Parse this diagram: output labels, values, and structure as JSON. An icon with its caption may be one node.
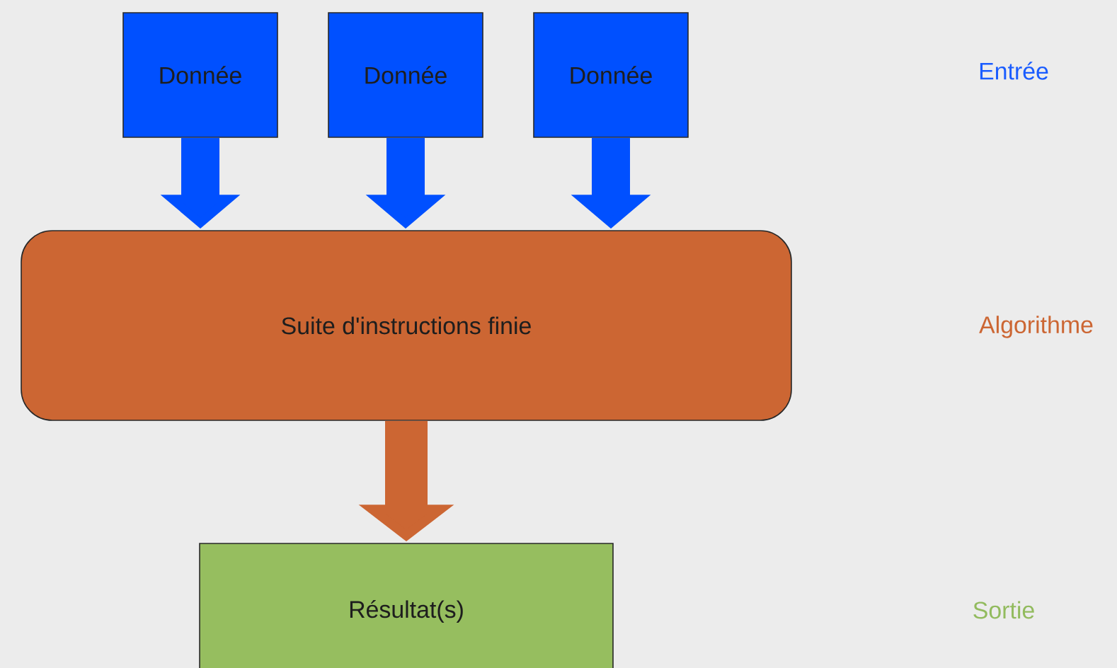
{
  "diagram": {
    "nodes": [
      {
        "text": [
          "Donnée"
        ]
      },
      {
        "text": [
          "Donnée"
        ]
      },
      {
        "text": [
          "Donnée"
        ]
      },
      {
        "text": [
          "Suite d'instructions finie"
        ]
      },
      {
        "text": [
          "Résultat(s)"
        ]
      }
    ],
    "edges": [
      {
        "from": 0,
        "to": 3,
        "arrow": "to"
      },
      {
        "from": 1,
        "to": 3,
        "arrow": "to"
      },
      {
        "from": 2,
        "to": 3,
        "arrow": "to"
      },
      {
        "from": 3,
        "to": 4,
        "arrow": "to",
        "color": "#cc6633"
      }
    ],
    "labels": [
      "Entrée",
      "Algorithme",
      "Sortie"
    ]
  }
}
